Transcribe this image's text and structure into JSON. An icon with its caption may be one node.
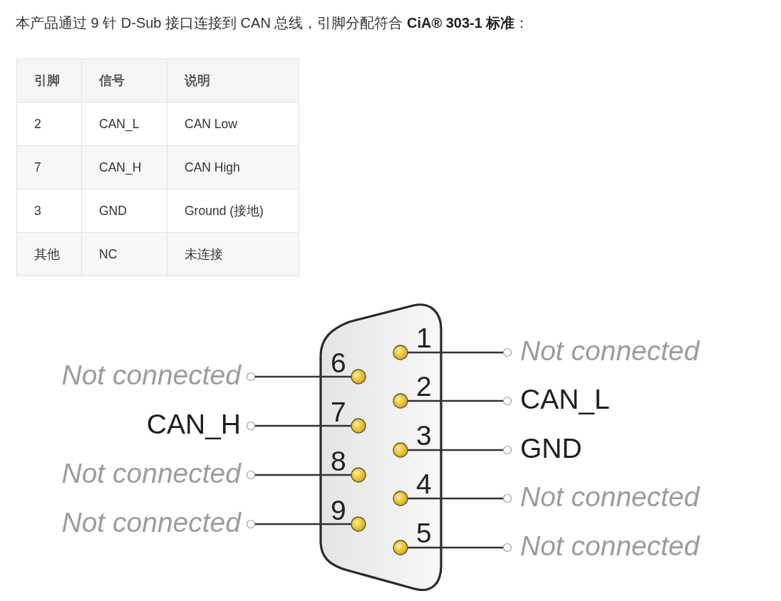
{
  "diagram": {
    "title": "本产品通过 9 针 D-Sub 接口连接到 CAN 总线，引脚分配符合 **CiA® 303-1 标准**：",
    "nodes": [
      {
        "text": [],
        "shape": "trapezoid"
      },
      {
        "text": [],
        "shape": "circle",
        "beside": [
          "1"
        ],
        "in": 0
      },
      {
        "text": [],
        "shape": "circle",
        "beside": [
          "2"
        ],
        "in": 0
      },
      {
        "text": [],
        "shape": "circle",
        "beside": [
          "3"
        ],
        "in": 0
      },
      {
        "text": [],
        "shape": "circle",
        "beside": [
          "4"
        ],
        "in": 0
      },
      {
        "text": [],
        "shape": "circle",
        "beside": [
          "5"
        ],
        "in": 0
      },
      {
        "text": [],
        "shape": "circle",
        "beside": [
          "6"
        ],
        "in": 0
      },
      {
        "text": [],
        "shape": "circle",
        "beside": [
          "7"
        ],
        "in": 0
      },
      {
        "text": [],
        "shape": "circle",
        "beside": [
          "8"
        ],
        "in": 0
      },
      {
        "text": [],
        "shape": "circle",
        "beside": [
          "9"
        ],
        "in": 0
      },
      {
        "text": [
          "Not connected"
        ]
      },
      {
        "text": [
          "CAN_L"
        ]
      },
      {
        "text": [
          "GND"
        ]
      },
      {
        "text": [
          "Not connected"
        ]
      },
      {
        "text": [
          "Not connected"
        ]
      },
      {
        "text": [
          "Not connected"
        ]
      },
      {
        "text": [
          "CAN_H"
        ]
      },
      {
        "text": [
          "Not connected"
        ]
      },
      {
        "text": [
          "Not connected"
        ]
      }
    ],
    "edges": [
      {
        "from": 1,
        "to": 10,
        "arrow": "other"
      },
      {
        "from": 2,
        "to": 11,
        "arrow": "other"
      },
      {
        "from": 3,
        "to": 12,
        "arrow": "other"
      },
      {
        "from": 4,
        "to": 13,
        "arrow": "other"
      },
      {
        "from": 5,
        "to": 14,
        "arrow": "other"
      },
      {
        "from": 6,
        "to": 15,
        "arrow": "other"
      },
      {
        "from": 7,
        "to": 16,
        "arrow": "other"
      },
      {
        "from": 8,
        "to": 17,
        "arrow": "other"
      },
      {
        "from": 9,
        "to": 18,
        "arrow": "other"
      }
    ],
    "labels": [
      "引脚",
      "信号",
      "说明",
      "2",
      "CAN_L",
      "CAN Low",
      "7",
      "CAN_H",
      "CAN High",
      "3",
      "GND",
      "Ground (接地)",
      "其他",
      "NC",
      "未连接"
    ]
  }
}
